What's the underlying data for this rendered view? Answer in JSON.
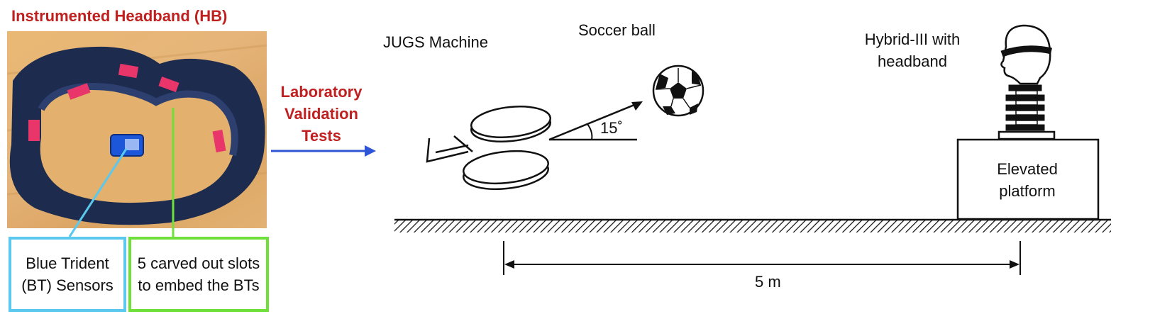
{
  "photo_panel": {
    "title": "Instrumented Headband (HB)",
    "bt_sensors_label": "Blue Trident (BT) Sensors",
    "slots_label": "5 carved out slots to embed the BTs",
    "colors": {
      "title": "#c0201f",
      "bt_box": "#5bc8ee",
      "slots_box": "#6fe03a",
      "headband": "#18284a",
      "tabs": "#e8356a"
    }
  },
  "transition": {
    "label": "Laboratory Validation Tests",
    "arrow_color": "#2f55d6"
  },
  "setup_diagram": {
    "jugs_machine_label": "JUGS Machine",
    "soccer_ball_label": "Soccer ball",
    "angle_label": "15˚",
    "hybrid_label": "Hybrid-III with headband",
    "platform_label": "Elevated platform",
    "distance_label": "5 m"
  }
}
